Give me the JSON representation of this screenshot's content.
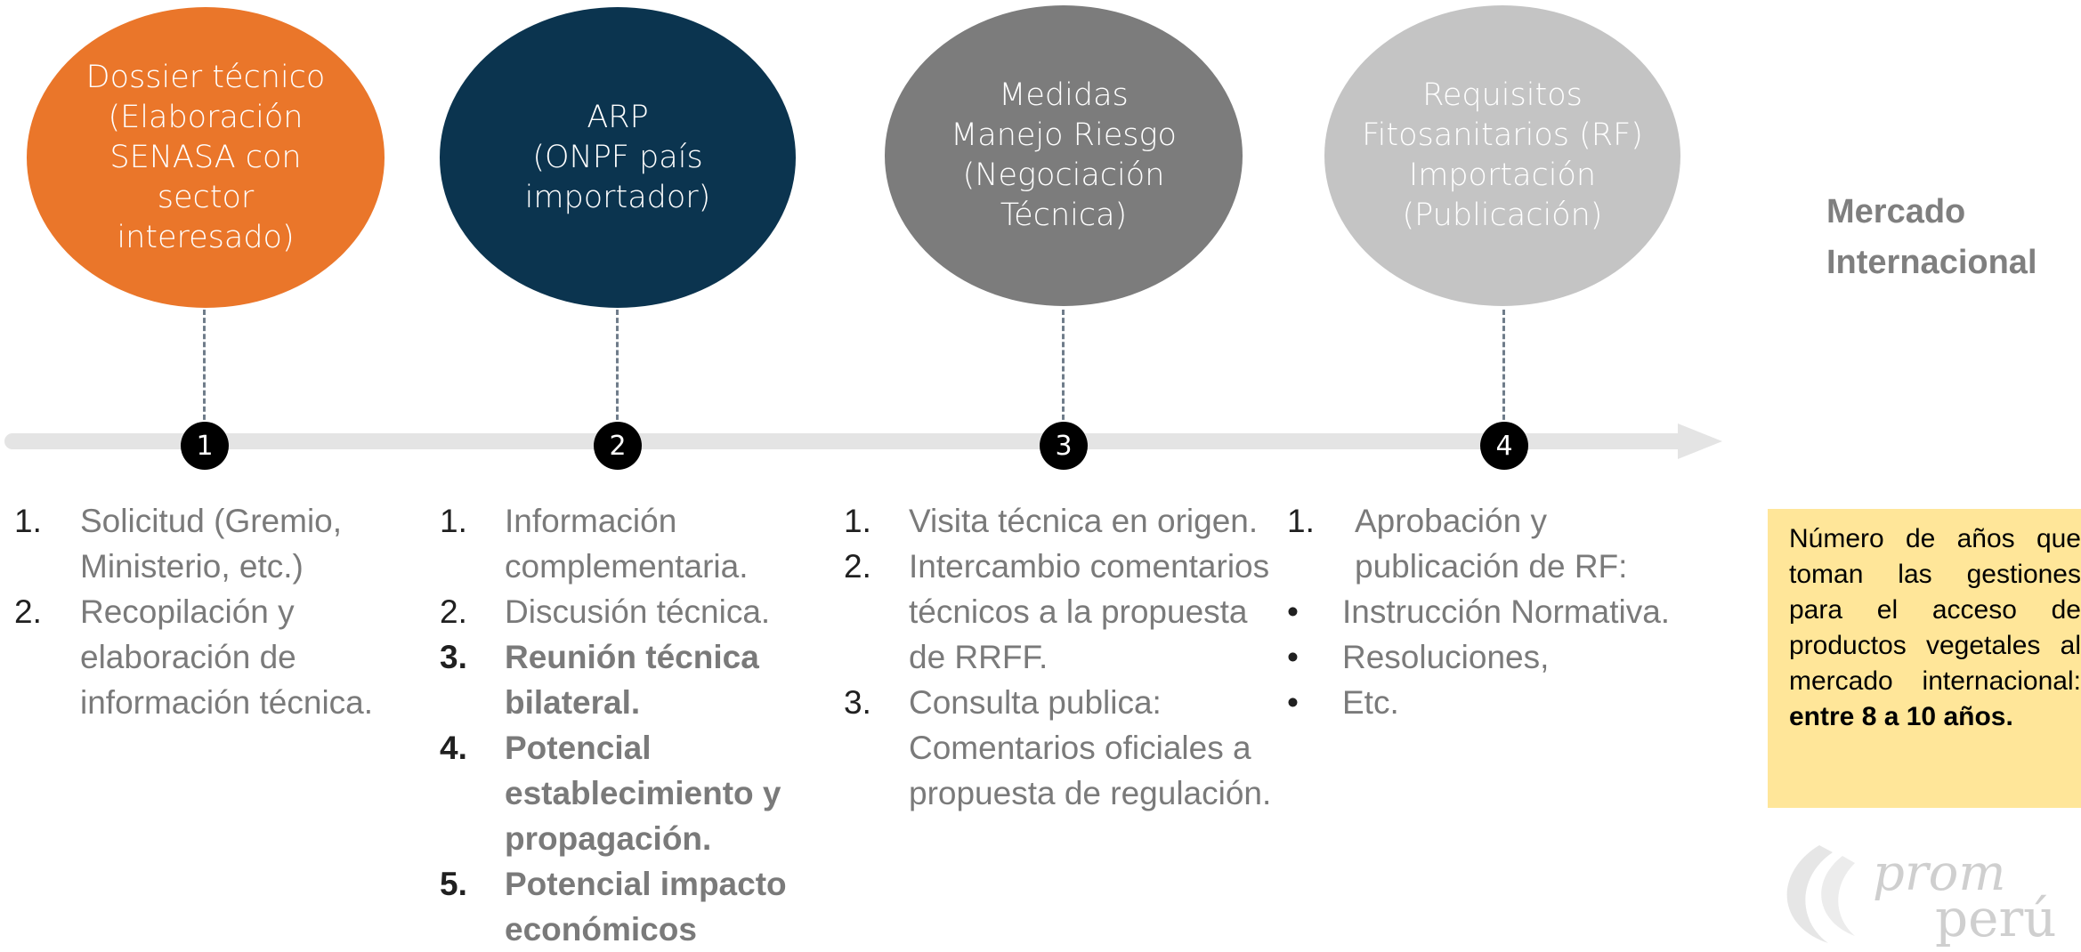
{
  "steps": [
    {
      "circle_text": "Dossier técnico\n(Elaboración\nSENASA con\nsector\ninteresado)",
      "number": "1",
      "color": "#ea762a"
    },
    {
      "circle_text": "ARP\n(ONPF país\nimportador)",
      "number": "2",
      "color": "#0b344f"
    },
    {
      "circle_text": "Medidas\nManejo Riesgo\n(Negociación\nTécnica)",
      "number": "3",
      "color": "#7c7c7c"
    },
    {
      "circle_text": "Requisitos\nFitosanitarios (RF)\nImportación\n(Publicación)",
      "number": "4",
      "color": "#c4c4c4"
    }
  ],
  "lists": {
    "col1": [
      {
        "marker": "1.",
        "text": "Solicitud (Gremio, Ministerio, etc.)"
      },
      {
        "marker": "2.",
        "text": "Recopilación y elaboración de información técnica."
      }
    ],
    "col2": [
      {
        "marker": "1.",
        "text": "Información complementaria."
      },
      {
        "marker": "2.",
        "text": "Discusión técnica."
      },
      {
        "marker": "3.",
        "text": "Reunión técnica bilateral."
      },
      {
        "marker": "4.",
        "text": "Potencial establecimiento y propagación."
      },
      {
        "marker": "5.",
        "text": "Potencial impacto económicos"
      }
    ],
    "col3": [
      {
        "marker": "1.",
        "text": "Visita técnica en origen."
      },
      {
        "marker": "2.",
        "text": "Intercambio comentarios técnicos a la propuesta de RRFF."
      },
      {
        "marker": "3.",
        "text": "Consulta publica: Comentarios oficiales a propuesta de regulación."
      }
    ],
    "col4": [
      {
        "marker": "1.",
        "text": "Aprobación y publicación de RF:"
      },
      {
        "marker": "•",
        "text": "Instrucción Normativa."
      },
      {
        "marker": "•",
        "text": "Resoluciones,"
      },
      {
        "marker": "•",
        "text": "Etc."
      }
    ]
  },
  "market_label": "Mercado\nInternacional",
  "note": {
    "text": "Número de años que toman las gestiones para el acceso de productos vegetales al mercado internacional: ",
    "bold": "entre 8 a 10  años."
  },
  "logo": {
    "line1": "prom",
    "line2": "perú"
  },
  "colors": {
    "arrow": "#e4e4e4",
    "note_bg": "#ffe699",
    "text_gray": "#7a7a7a"
  }
}
